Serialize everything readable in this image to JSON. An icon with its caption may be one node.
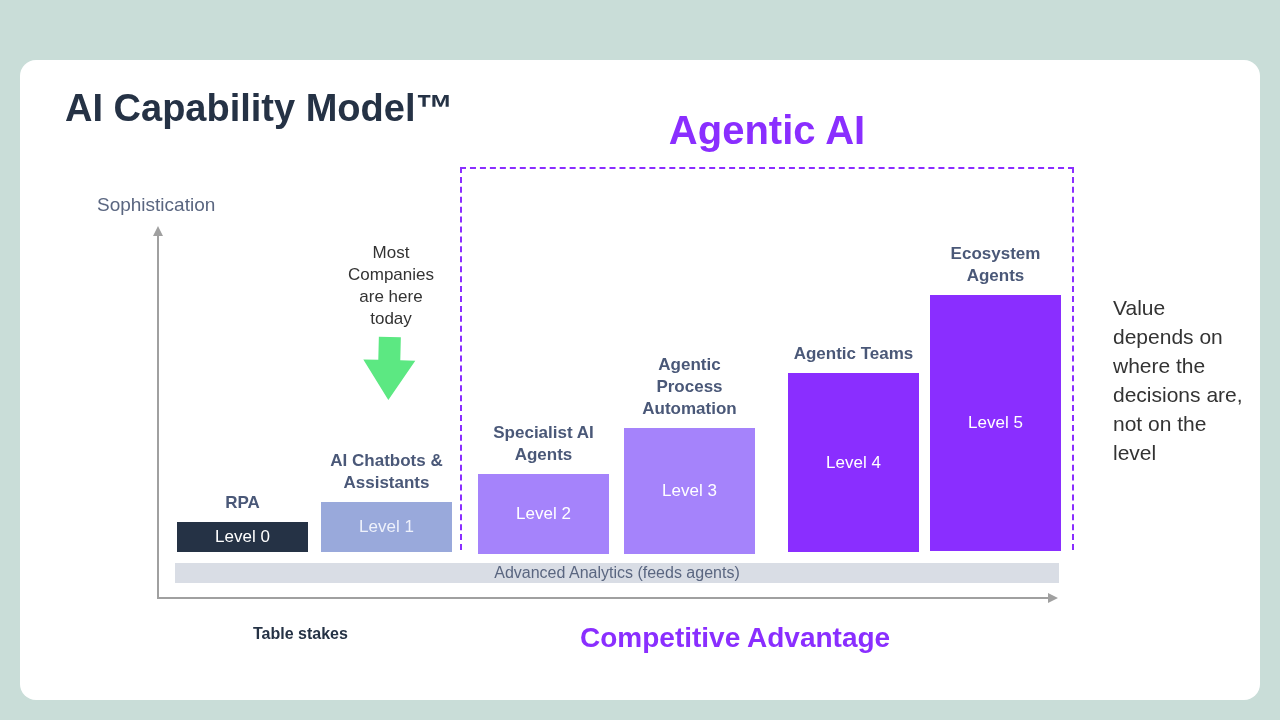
{
  "diagram": {
    "title": "AI Capability Model™",
    "nodes": [
      {
        "text": [
          "Agentic AI"
        ]
      },
      {
        "text": [
          "RPA",
          "Level 0"
        ]
      },
      {
        "text": [
          "AI Chatbots & Assistants",
          "Level 1"
        ]
      },
      {
        "text": [
          "Specialist AI Agents",
          "Level 2"
        ],
        "in": 0
      },
      {
        "text": [
          "Agentic Process Automation",
          "Level 3"
        ],
        "in": 0
      },
      {
        "text": [
          "Agentic Teams",
          "Level 4"
        ],
        "in": 0
      },
      {
        "text": [
          "Ecosystem Agents",
          "Level 5"
        ],
        "in": 0
      },
      {
        "text": [
          "Advanced Analytics (feeds agents)"
        ]
      },
      {
        "text": [
          "Most Companies are here today"
        ]
      }
    ],
    "edges": [
      {
        "from": 8,
        "to": 2,
        "arrow": "to",
        "style": "thick",
        "color": "#5ce882"
      }
    ],
    "labels": [
      "Sophistication",
      "Value depends on where the decisions are, not on the level",
      "Table stakes",
      "Competitive Advantage"
    ]
  }
}
